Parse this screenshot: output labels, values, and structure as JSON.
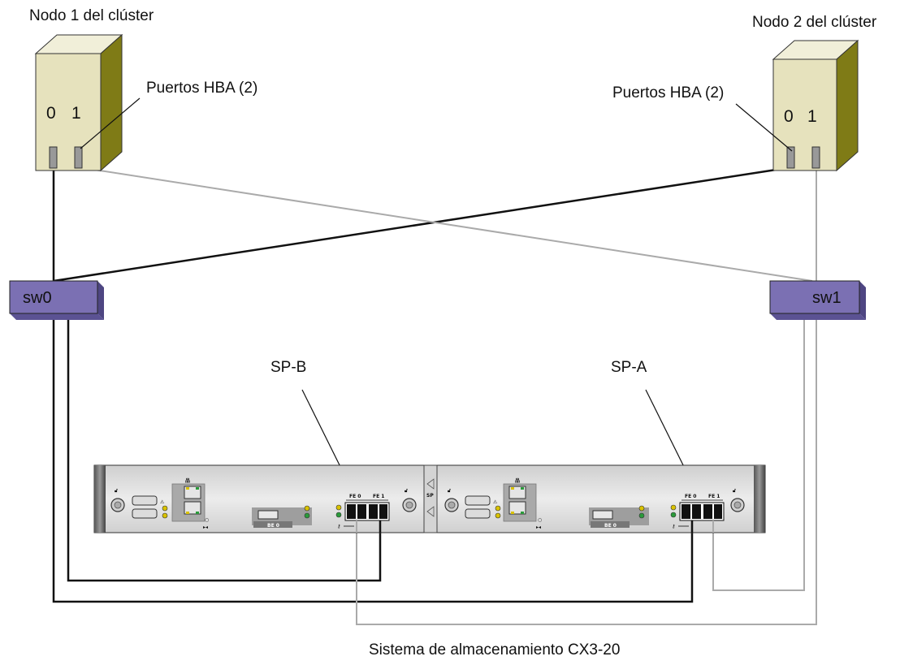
{
  "nodes": [
    {
      "title": "Nodo 1 del clúster",
      "port_labels": [
        "0",
        "1"
      ],
      "hba_label": "Puertos HBA (2)"
    },
    {
      "title": "Nodo 2 del clúster",
      "port_labels": [
        "0",
        "1"
      ],
      "hba_label": "Puertos HBA (2)"
    }
  ],
  "switches": [
    {
      "label": "sw0"
    },
    {
      "label": "sw1"
    }
  ],
  "storage": {
    "sp_labels": [
      "SP-B",
      "SP-A"
    ],
    "caption": "Sistema de almacenamiento CX3-20",
    "port_group": [
      "FE 0",
      "FE 1"
    ],
    "be_label": "BE 0",
    "sp_mark": "SP"
  },
  "colors": {
    "tower_front": "#e6e2bd",
    "tower_side": "#7f7b16",
    "tower_top": "#f1efd9",
    "switch_fill": "#7b70b3",
    "cable_dark": "#111111",
    "cable_light": "#aaaaaa",
    "chassis": "#e8e8e8"
  }
}
